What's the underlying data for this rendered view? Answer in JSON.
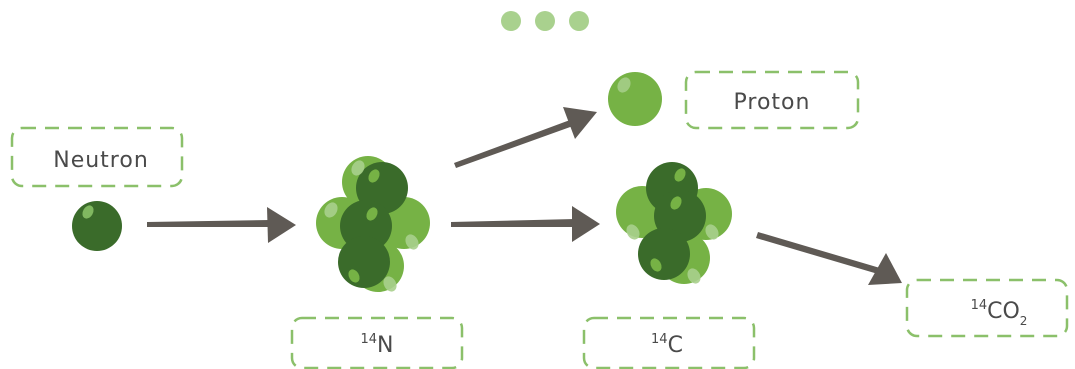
{
  "colors": {
    "dark_green": "#3a6b2a",
    "light_green": "#76b245",
    "pale_green": "#a8cf8c",
    "dot_green": "#a9d18e",
    "arrow_gray": "#5f5a55",
    "label_border": "#8bc06a",
    "text": "#4a4a4a"
  },
  "labels": {
    "neutron": "Neutron",
    "proton": "Proton",
    "n14_sup": "14",
    "n14_base": "N",
    "c14_sup": "14",
    "c14_base": "C",
    "co2_sup": "14",
    "co2_base": "CO",
    "co2_sub": "2"
  }
}
